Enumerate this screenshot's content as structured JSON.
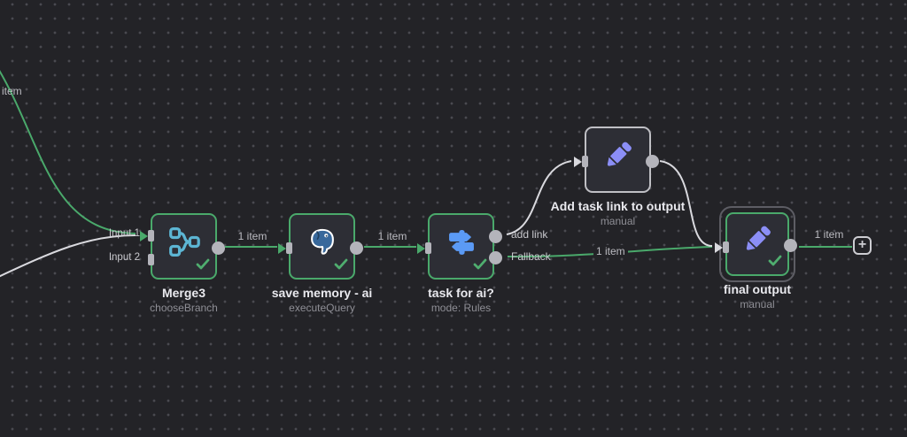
{
  "colors": {
    "canvas_bg": "#232327",
    "node_bg": "#2d2e35",
    "success_green": "#4aa96b",
    "idle_gray": "#bfbfc4",
    "pending_wire": "#d9d9de",
    "merge_icon_blue": "#5cb5d3",
    "switch_icon_blue": "#5b9af5",
    "pencil_icon_purple": "#8b8ef6",
    "postgres_blue": "#38689b"
  },
  "nodes": [
    {
      "title": "Merge3",
      "subtitle": "chooseBranch",
      "icon": "merge-icon",
      "status": "success",
      "inputs": [
        "Input 1",
        "Input 2"
      ]
    },
    {
      "title": "save memory - ai",
      "subtitle": "executeQuery",
      "icon": "postgresql-icon",
      "status": "success"
    },
    {
      "title": "task for ai?",
      "subtitle": "mode: Rules",
      "icon": "switch-icon",
      "status": "success",
      "outputs": [
        "add link",
        "Fallback"
      ]
    },
    {
      "title": "Add task link to output",
      "subtitle": "manual",
      "icon": "pencil-icon",
      "status": "idle"
    },
    {
      "title": "final output",
      "subtitle": "manual",
      "icon": "pencil-icon",
      "status": "success",
      "selected": true
    }
  ],
  "connection_labels": {
    "incoming_partial": "item",
    "merge_to_save": "1 item",
    "save_to_task": "1 item",
    "fallback_to_final": "1 item",
    "final_to_add": "1 item"
  },
  "add_node_button": "+"
}
